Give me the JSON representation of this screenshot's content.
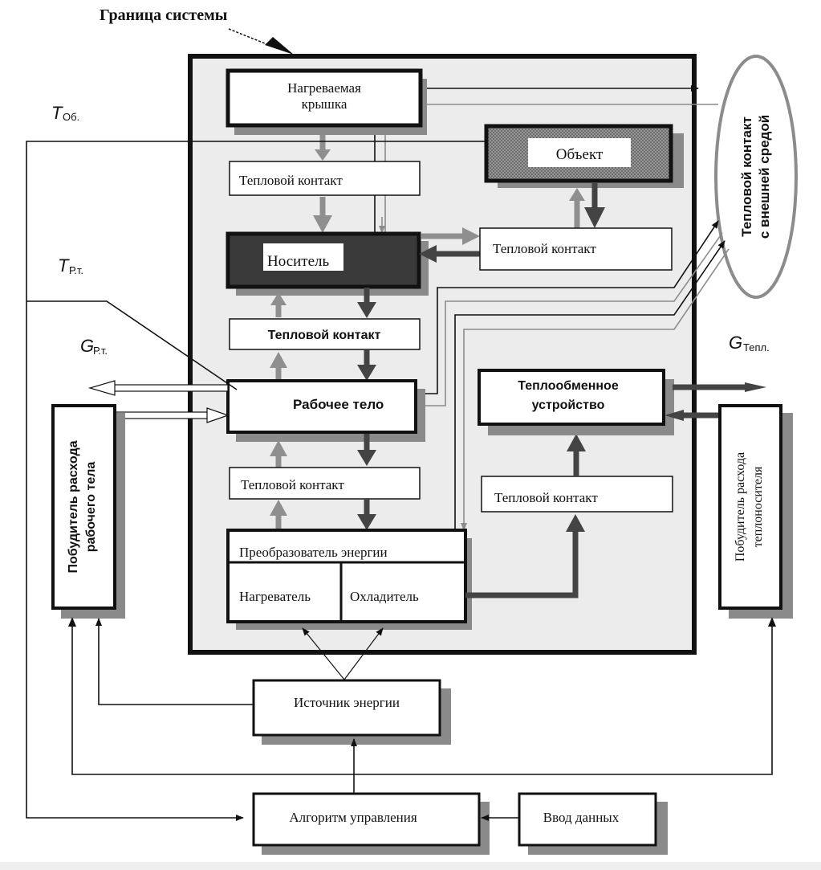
{
  "system_boundary_label": "Граница системы",
  "labels": {
    "t_ob": {
      "main": "T",
      "sub": "Об."
    },
    "t_rt": {
      "main": "T",
      "sub": "Р.т."
    },
    "g_rt": {
      "main": "G",
      "sub": "Р.т."
    },
    "g_tepl": {
      "main": "G",
      "sub": "Тепл."
    }
  },
  "blocks": {
    "heated_lid": {
      "line1": "Нагреваемая",
      "line2": "крышка"
    },
    "contact_lid": "Тепловой контакт",
    "object": "Объект",
    "carrier": "Носитель",
    "contact_object": "Тепловой контакт",
    "contact_carrier": "Тепловой контакт",
    "working_body": "Рабочее тело",
    "heat_exchanger": {
      "line1": "Теплообменное",
      "line2": "устройство"
    },
    "contact_converter": "Тепловой контакт",
    "contact_exchanger": "Тепловой контакт",
    "converter": "Преобразователь энергии",
    "heater": "Нагреватель",
    "cooler": "Охладитель",
    "energy_source": "Источник энергии",
    "control_algorithm": "Алгоритм управления",
    "data_input": "Ввод данных",
    "working_body_driver": {
      "line1": "Побудитель расхода",
      "line2": "рабочего тела"
    },
    "coolant_driver": {
      "line1": "Побудитель расхода",
      "line2": "теплоносителя"
    },
    "ambient_contact": {
      "line1": "Тепловой контакт",
      "line2": "с внешней средой"
    }
  },
  "colors": {
    "system_fill": "#ececec",
    "shadow": "#8a8a8a",
    "light_arrow": "#8f8f8f",
    "dark_arrow": "#444444",
    "carrier_fill": "#3a3a3a",
    "object_fill": "#707070",
    "ellipse_stroke": "#8c8c8c"
  }
}
